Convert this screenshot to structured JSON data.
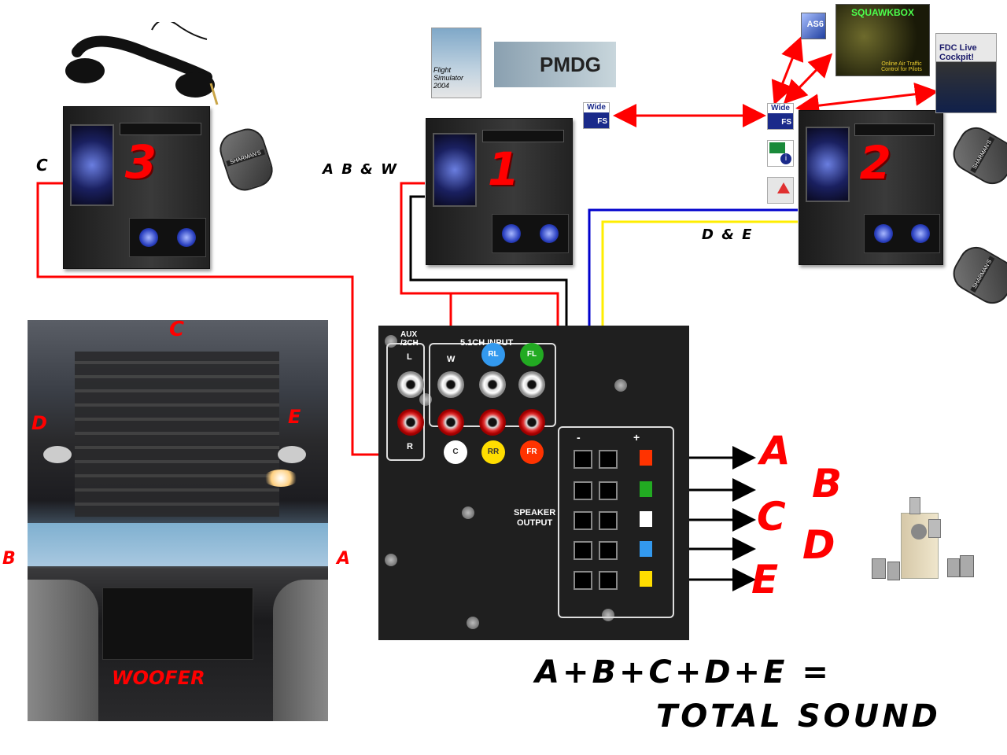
{
  "labels": {
    "pc1_number": "1",
    "pc2_number": "2",
    "pc3_number": "3",
    "pc1_label": "A B & W",
    "pc2_label": "D & E",
    "pc3_label": "C",
    "cockpit_c": "C",
    "cockpit_d": "D",
    "cockpit_e": "E",
    "cockpit_b": "B",
    "cockpit_a": "A",
    "woofer": "WOOFER",
    "formula": "A+B+C+D+E =",
    "total": "TOTAL SOUND",
    "out_a": "A",
    "out_b": "B",
    "out_c": "C",
    "out_d": "D",
    "out_e": "E"
  },
  "amp_panel": {
    "aux_label": "AUX\n/2CH",
    "input_label": "5.1CH INPUT",
    "left": "L",
    "right": "R",
    "w": "W",
    "rl": "RL",
    "fl": "FL",
    "c": "C",
    "rr": "RR",
    "fr": "FR",
    "speaker_output": "SPEAKER\nOUTPUT",
    "minus": "-",
    "plus": "+"
  },
  "software": {
    "fs_box": "Flight Simulator 2004",
    "pmdg": "PMDG",
    "squawkbox": "SQUAWKBOX",
    "squawkbox_sub": "Online Air Traffic Control for Pilots",
    "as6": "AS6",
    "fdc": "FDC Live Cockpit!",
    "wide_fs_top": "Wide",
    "wide_fs_bottom": "FS"
  },
  "mic_brand": "SHARMAN'S",
  "colors": {
    "red": "#ff0000",
    "blue": "#0000cc",
    "yellow": "#ffee00",
    "black": "#000000",
    "rl_jack": "#3399ee",
    "fl_jack": "#22aa22",
    "rr_jack": "#ffdd00",
    "fr_jack": "#ff3300",
    "c_jack": "#ffffff"
  },
  "icons": [
    "handset-icon",
    "microphone-icon",
    "wide-fs-icon",
    "map-icon",
    "info-icon",
    "speaker-system-icon"
  ]
}
